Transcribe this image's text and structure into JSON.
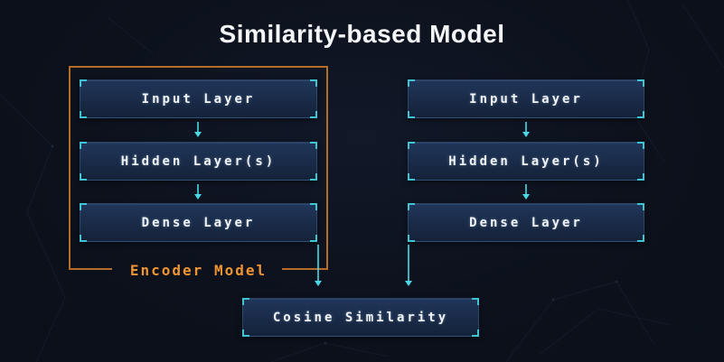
{
  "title": "Similarity-based Model",
  "encoder": {
    "label": "Encoder Model"
  },
  "columns": [
    {
      "boxes": [
        {
          "label": "Input Layer"
        },
        {
          "label": "Hidden Layer(s)"
        },
        {
          "label": "Dense Layer"
        }
      ]
    },
    {
      "boxes": [
        {
          "label": "Input Layer"
        },
        {
          "label": "Hidden Layer(s)"
        },
        {
          "label": "Dense Layer"
        }
      ]
    }
  ],
  "output": {
    "label": "Cosine Similarity"
  },
  "colors": {
    "background": "#0c111c",
    "box_gradient_top": "#20365a",
    "box_gradient_bottom": "#142238",
    "bracket_cyan": "#3fc4d2",
    "arrow_cyan": "#4ad9e4",
    "frame_orange": "#b36d28",
    "label_orange": "#ef9431",
    "title_white": "#f4f6f8"
  }
}
